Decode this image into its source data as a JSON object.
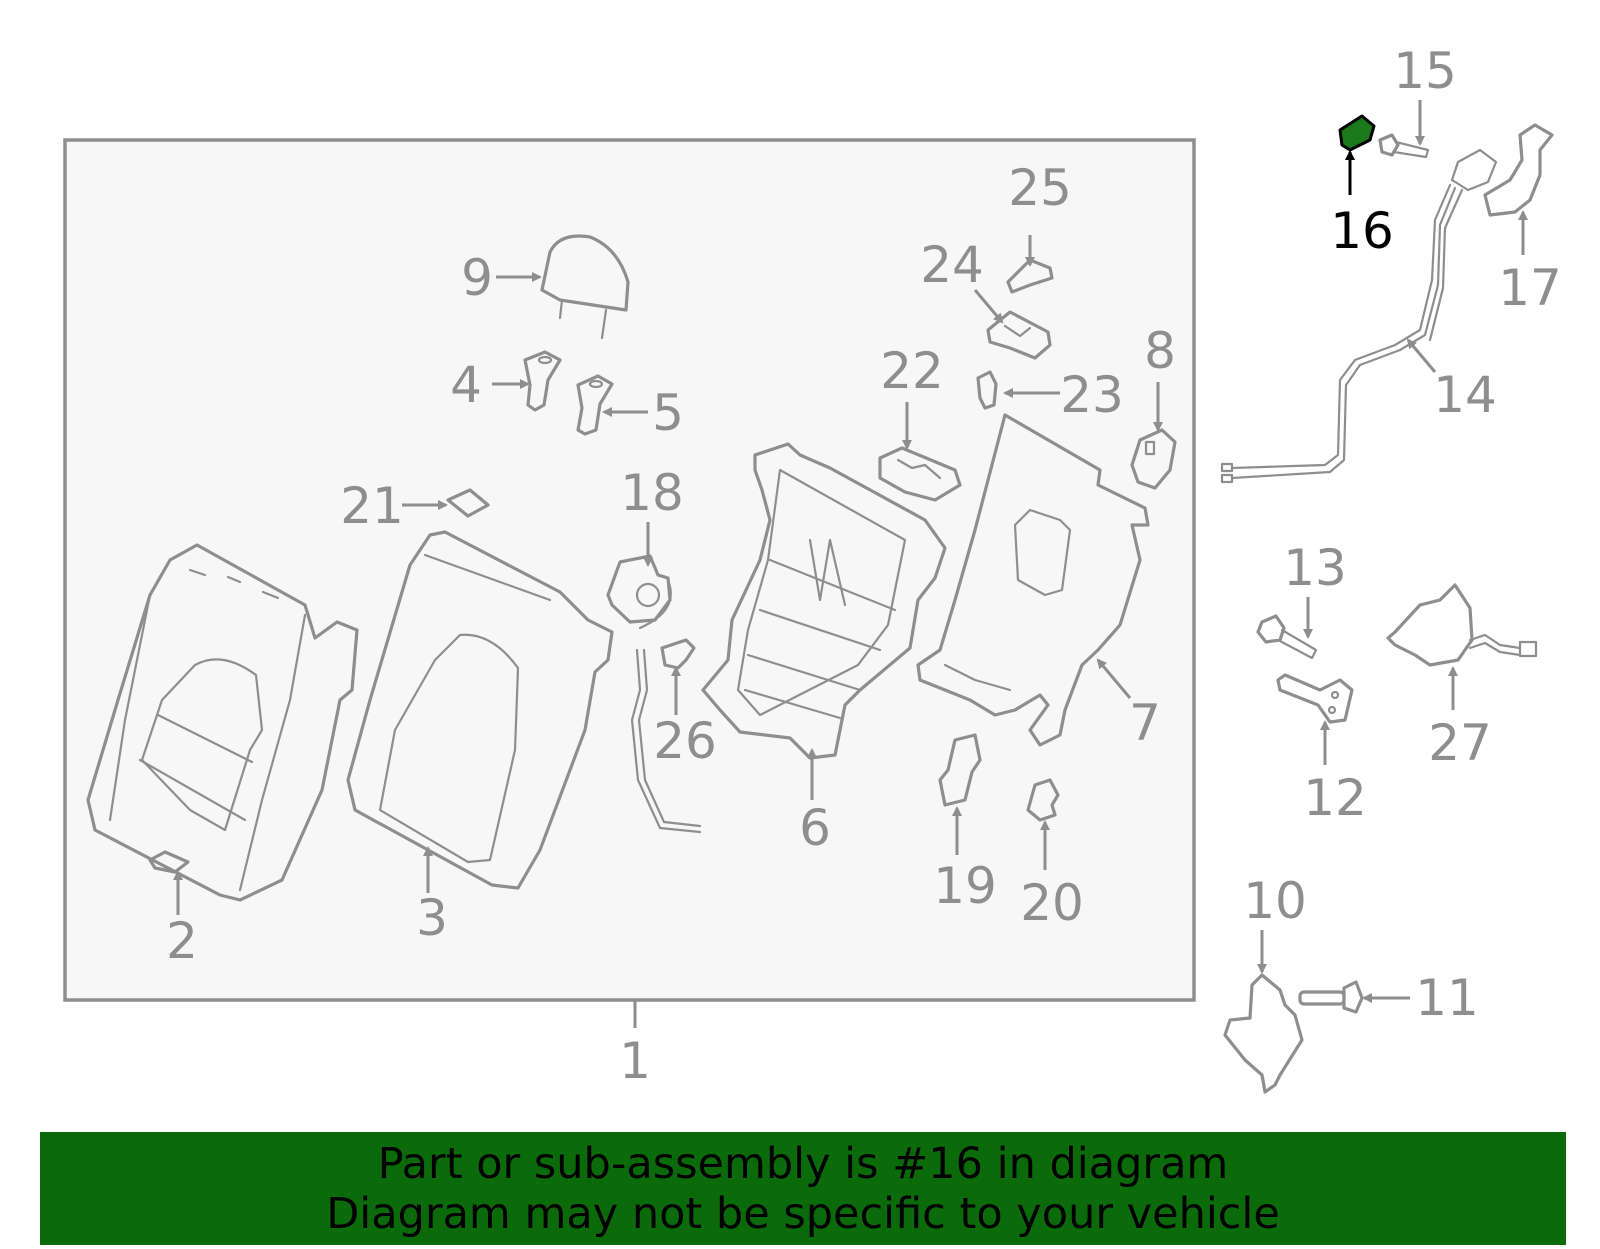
{
  "diagram": {
    "highlighted_part": "16",
    "colors": {
      "line": "#8e8e8e",
      "highlight_fill": "#1a7a1a",
      "highlight_label": "#000000",
      "banner_bg": "#0b6b0b",
      "box_fill": "#f7f7f7"
    },
    "callouts": {
      "c1": "1",
      "c2": "2",
      "c3": "3",
      "c4": "4",
      "c5": "5",
      "c6": "6",
      "c7": "7",
      "c8": "8",
      "c9": "9",
      "c10": "10",
      "c11": "11",
      "c12": "12",
      "c13": "13",
      "c14": "14",
      "c15": "15",
      "c16": "16",
      "c17": "17",
      "c18": "18",
      "c19": "19",
      "c20": "20",
      "c21": "21",
      "c22": "22",
      "c23": "23",
      "c24": "24",
      "c25": "25",
      "c26": "26",
      "c27": "27"
    }
  },
  "banner": {
    "line1": "Part or sub-assembly is #16 in diagram",
    "line2": "Diagram may not be specific to your vehicle"
  }
}
